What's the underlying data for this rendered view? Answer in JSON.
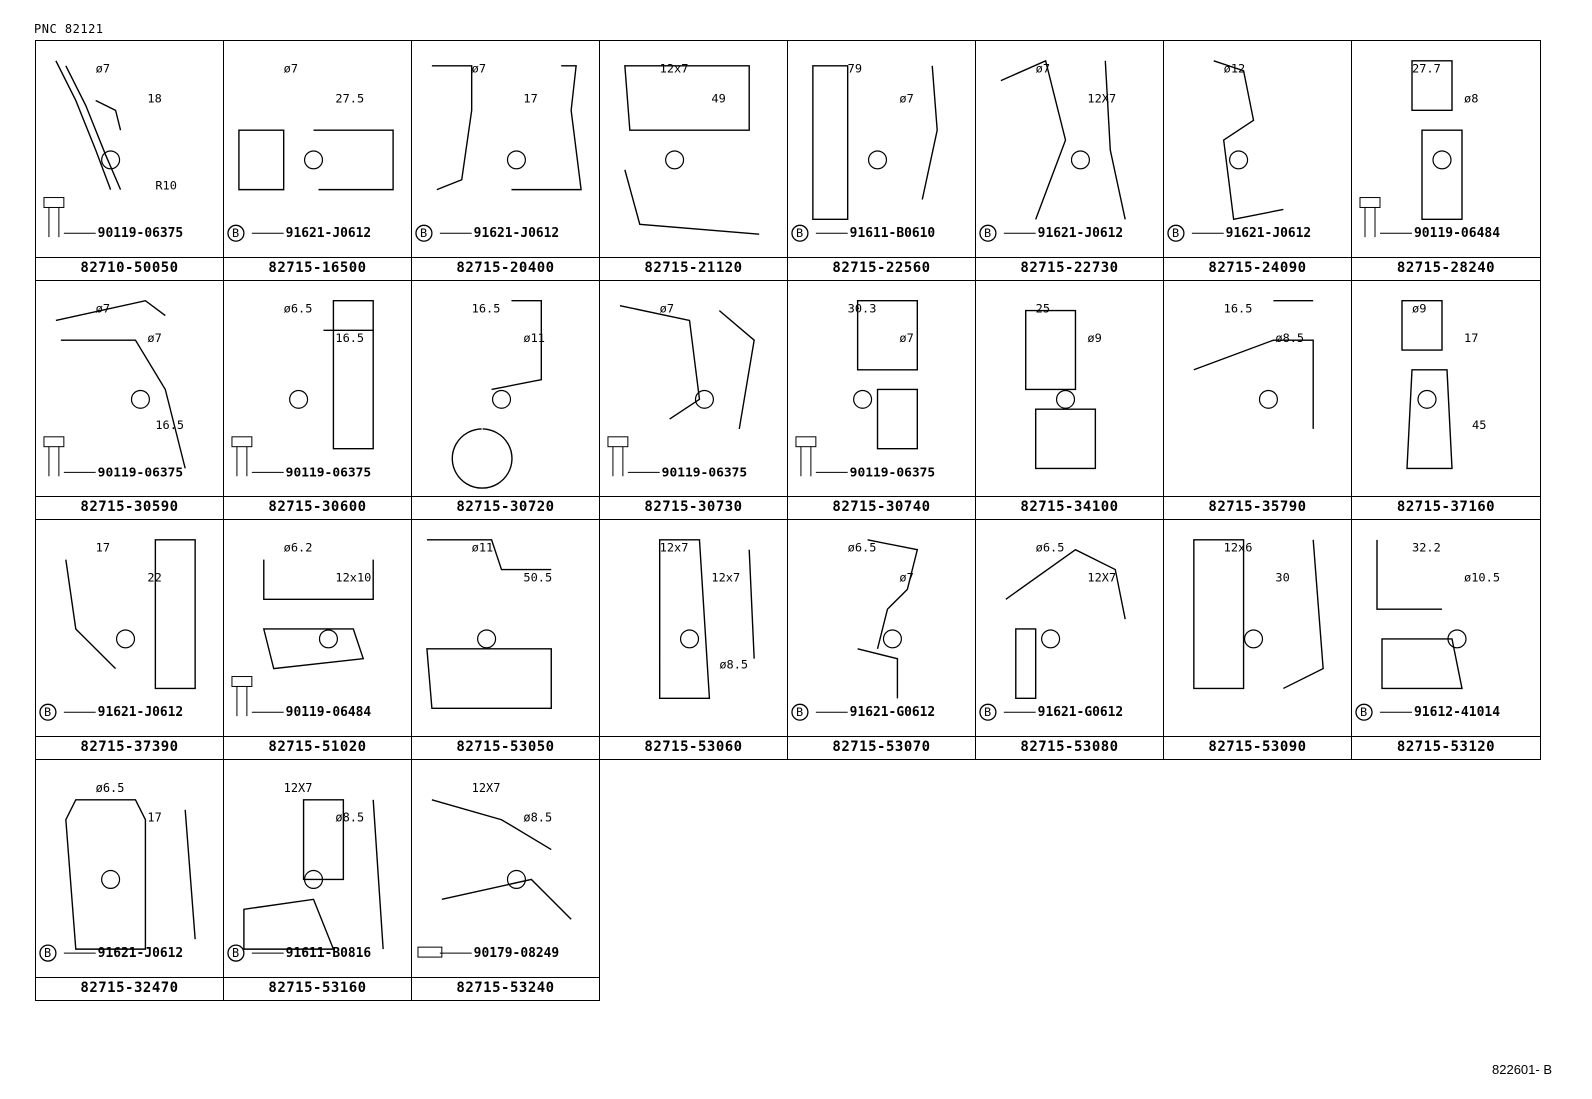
{
  "pnc_label": "PNC 82121",
  "figure_ref": "822601- B",
  "cells": [
    {
      "pn": "82710-50050",
      "dims": [
        "ø7",
        "18",
        "R10"
      ],
      "fastener": "bolt",
      "fastener_pn": "90119-06375"
    },
    {
      "pn": "82715-16500",
      "dims": [
        "ø7",
        "27.5"
      ],
      "fastener": "B",
      "fastener_pn": "91621-J0612"
    },
    {
      "pn": "82715-20400",
      "dims": [
        "ø7",
        "17"
      ],
      "fastener": "B",
      "fastener_pn": "91621-J0612"
    },
    {
      "pn": "82715-21120",
      "dims": [
        "12x7",
        "49"
      ],
      "fastener": "",
      "fastener_pn": ""
    },
    {
      "pn": "82715-22560",
      "dims": [
        "79",
        "ø7"
      ],
      "fastener": "B",
      "fastener_pn": "91611-B0610"
    },
    {
      "pn": "82715-22730",
      "dims": [
        "ø7",
        "12X7"
      ],
      "fastener": "B",
      "fastener_pn": "91621-J0612"
    },
    {
      "pn": "82715-24090",
      "dims": [
        "ø12"
      ],
      "fastener": "B",
      "fastener_pn": "91621-J0612"
    },
    {
      "pn": "82715-28240",
      "dims": [
        "27.7",
        "ø8"
      ],
      "fastener": "bolt",
      "fastener_pn": "90119-06484"
    },
    {
      "pn": "82715-30590",
      "dims": [
        "ø7",
        "ø7",
        "16.5"
      ],
      "fastener": "bolt",
      "fastener_pn": "90119-06375"
    },
    {
      "pn": "82715-30600",
      "dims": [
        "ø6.5",
        "16.5"
      ],
      "fastener": "bolt",
      "fastener_pn": "90119-06375"
    },
    {
      "pn": "82715-30720",
      "dims": [
        "16.5",
        "ø11"
      ],
      "fastener": "",
      "fastener_pn": ""
    },
    {
      "pn": "82715-30730",
      "dims": [
        "ø7"
      ],
      "fastener": "bolt",
      "fastener_pn": "90119-06375"
    },
    {
      "pn": "82715-30740",
      "dims": [
        "30.3",
        "ø7"
      ],
      "fastener": "bolt",
      "fastener_pn": "90119-06375"
    },
    {
      "pn": "82715-34100",
      "dims": [
        "25",
        "ø9"
      ],
      "fastener": "",
      "fastener_pn": ""
    },
    {
      "pn": "82715-35790",
      "dims": [
        "16.5",
        "ø8.5"
      ],
      "fastener": "",
      "fastener_pn": ""
    },
    {
      "pn": "82715-37160",
      "dims": [
        "ø9",
        "17",
        "45"
      ],
      "fastener": "",
      "fastener_pn": ""
    },
    {
      "pn": "82715-37390",
      "dims": [
        "17",
        "22"
      ],
      "fastener": "B",
      "fastener_pn": "91621-J0612"
    },
    {
      "pn": "82715-51020",
      "dims": [
        "ø6.2",
        "12x10"
      ],
      "fastener": "bolt",
      "fastener_pn": "90119-06484"
    },
    {
      "pn": "82715-53050",
      "dims": [
        "ø11",
        "50.5"
      ],
      "fastener": "",
      "fastener_pn": ""
    },
    {
      "pn": "82715-53060",
      "dims": [
        "12x7",
        "12x7",
        "ø8.5"
      ],
      "fastener": "",
      "fastener_pn": ""
    },
    {
      "pn": "82715-53070",
      "dims": [
        "ø6.5",
        "ø7"
      ],
      "fastener": "B",
      "fastener_pn": "91621-G0612"
    },
    {
      "pn": "82715-53080",
      "dims": [
        "ø6.5",
        "12X7"
      ],
      "fastener": "B",
      "fastener_pn": "91621-G0612"
    },
    {
      "pn": "82715-53090",
      "dims": [
        "12x6",
        "30"
      ],
      "fastener": "",
      "fastener_pn": ""
    },
    {
      "pn": "82715-53120",
      "dims": [
        "32.2",
        "ø10.5"
      ],
      "fastener": "B",
      "fastener_pn": "91612-41014"
    },
    {
      "pn": "82715-32470",
      "dims": [
        "ø6.5",
        "17"
      ],
      "fastener": "B",
      "fastener_pn": "91621-J0612"
    },
    {
      "pn": "82715-53160",
      "dims": [
        "12X7",
        "ø8.5"
      ],
      "fastener": "B",
      "fastener_pn": "91611-B0816"
    },
    {
      "pn": "82715-53240",
      "dims": [
        "12X7",
        "ø8.5"
      ],
      "fastener": "nut",
      "fastener_pn": "90179-08249"
    }
  ]
}
